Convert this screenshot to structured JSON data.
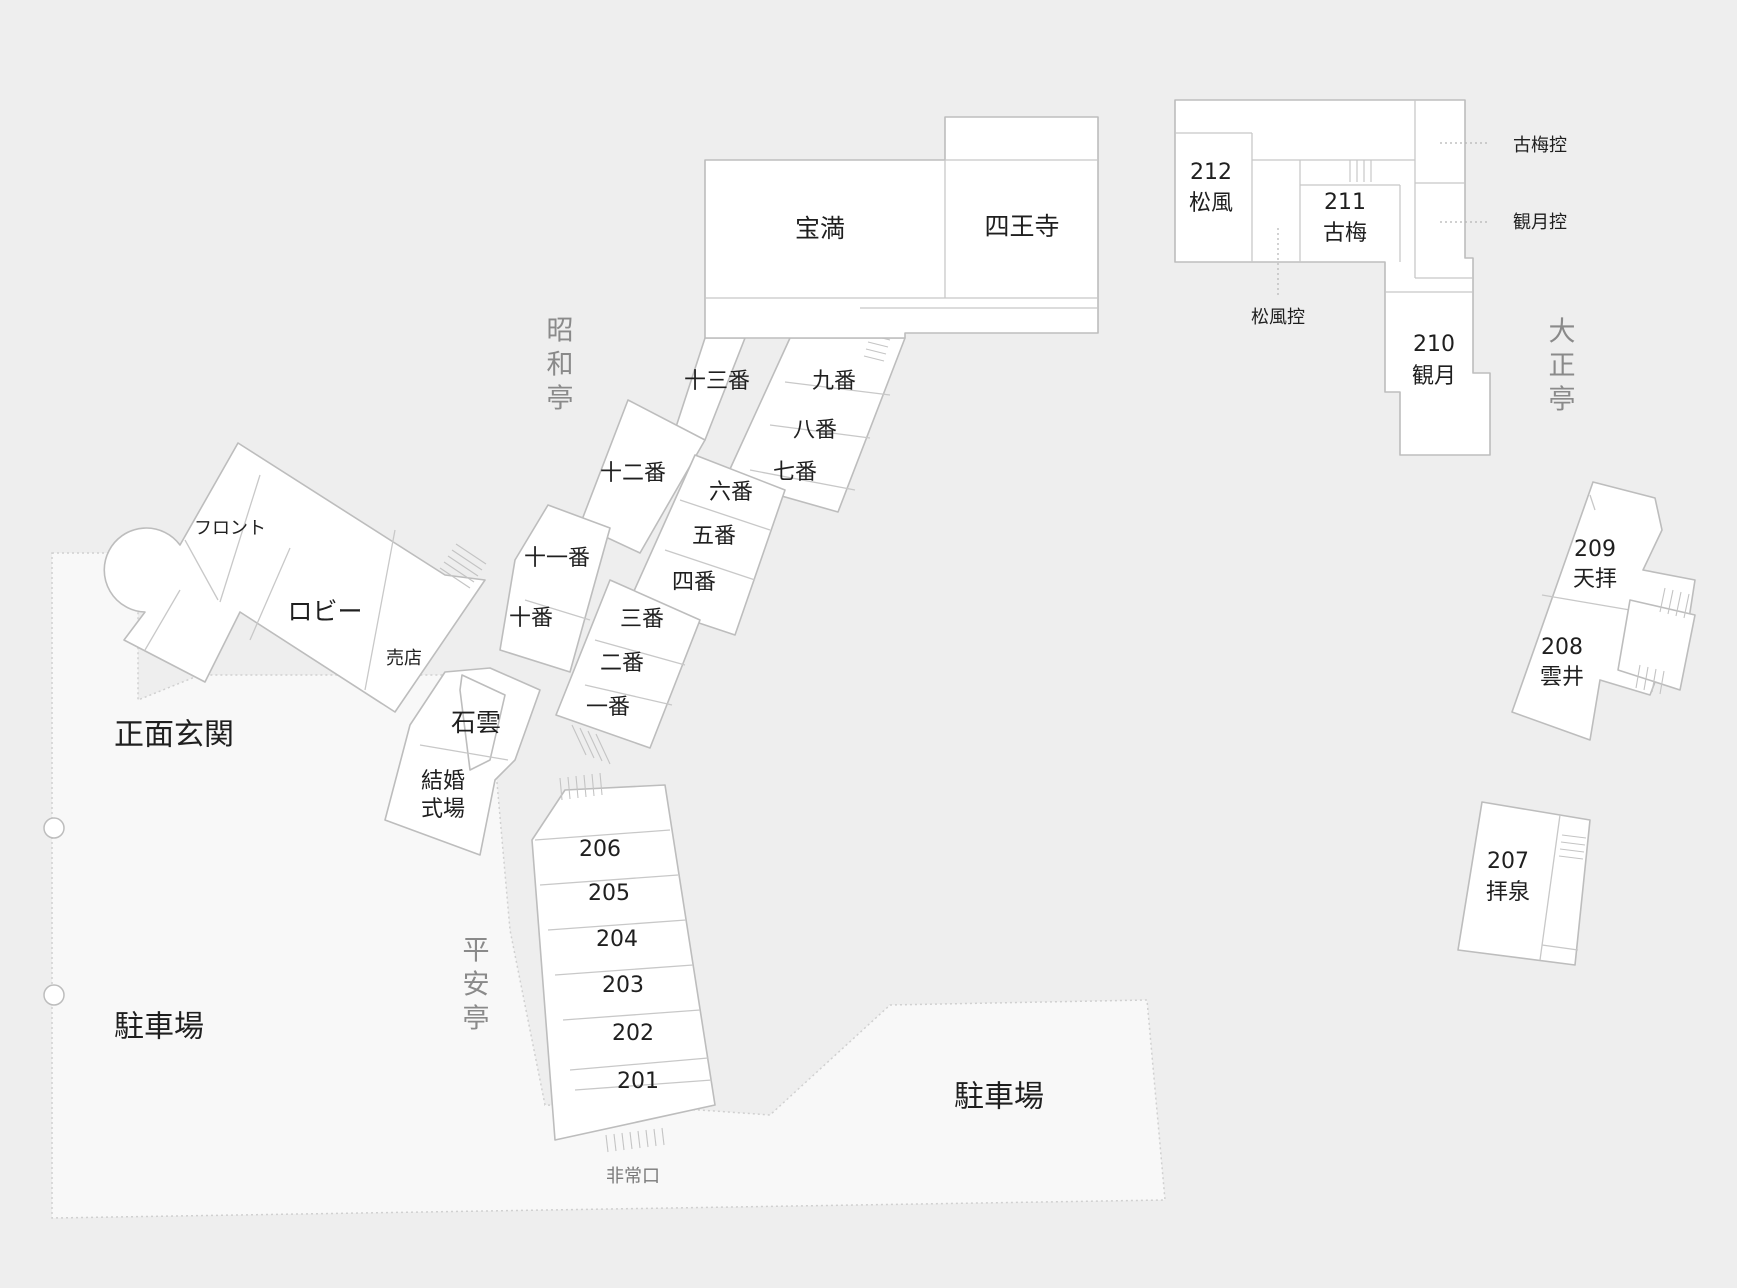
{
  "wings": {
    "showa": "昭和亭",
    "taisho": "大正亭",
    "heian": "平安亭"
  },
  "areas": {
    "main_entrance": "正面玄関",
    "parking_left": "駐車場",
    "parking_right": "駐車場"
  },
  "facilities": {
    "front": "フロント",
    "lobby": "ロビー",
    "shop": "売店",
    "sekiun": "石雲",
    "wedding_line1": "結婚",
    "wedding_line2": "式場",
    "houman": "宝満",
    "shiouji": "四王寺",
    "emergency_exit": "非常口"
  },
  "showa_rooms": {
    "r1": "一番",
    "r2": "二番",
    "r3": "三番",
    "r4": "四番",
    "r5": "五番",
    "r6": "六番",
    "r7": "七番",
    "r8": "八番",
    "r9": "九番",
    "r10": "十番",
    "r11": "十一番",
    "r12": "十二番",
    "r13": "十三番"
  },
  "heian_rooms": {
    "r201": "201",
    "r202": "202",
    "r203": "203",
    "r204": "204",
    "r205": "205",
    "r206": "206"
  },
  "taisho_rooms": {
    "r207_num": "207",
    "r207_name": "拝泉",
    "r208_num": "208",
    "r208_name": "雲井",
    "r209_num": "209",
    "r209_name": "天拝",
    "r210_num": "210",
    "r210_name": "観月",
    "r211_num": "211",
    "r211_name": "古梅",
    "r212_num": "212",
    "r212_name": "松風"
  },
  "anterooms": {
    "koume_hikae": "古梅控",
    "kangetsu_hikae": "観月控",
    "matsukaze_hikae": "松風控"
  }
}
